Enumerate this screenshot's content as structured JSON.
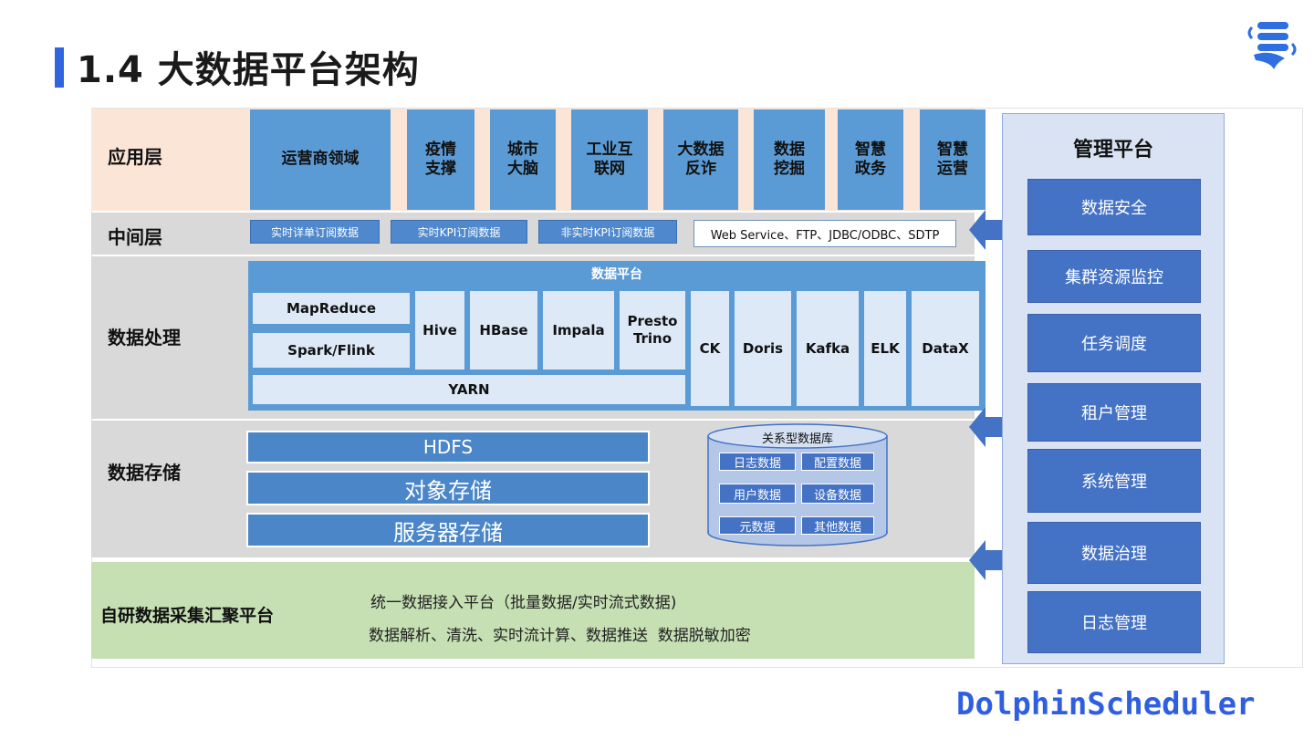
{
  "title": "1.4 大数据平台架构",
  "brand": "DolphinScheduler",
  "logo_icon": "dolphin-logo-icon",
  "colors": {
    "accent": "#2f66e0",
    "box_blue": "#5b9bd5",
    "mgmt_blue": "#4472c4",
    "app_bg": "#fbe5d6",
    "mid_bg": "#d9d9d9",
    "green_bg": "#c6e0b4",
    "mgmt_bg": "#dae3f3"
  },
  "layers": {
    "app": {
      "label": "应用层",
      "items": [
        {
          "line1": "运营商领域",
          "line2": ""
        },
        {
          "line1": "疫情",
          "line2": "支撑"
        },
        {
          "line1": "城市",
          "line2": "大脑"
        },
        {
          "line1": "工业互",
          "line2": "联网"
        },
        {
          "line1": "大数据",
          "line2": "反诈"
        },
        {
          "line1": "数据",
          "line2": "挖掘"
        },
        {
          "line1": "智慧",
          "line2": "政务"
        },
        {
          "line1": "智慧",
          "line2": "运营"
        }
      ]
    },
    "middle": {
      "label": "中间层",
      "items": [
        "实时详单订阅数据",
        "实时KPI订阅数据",
        "非实时KPI订阅数据"
      ],
      "protocols": "Web Service、FTP、JDBC/ODBC、SDTP"
    },
    "processing": {
      "label": "数据处理",
      "platform_title": "数据平台",
      "mapreduce": "MapReduce",
      "spark": "Spark/Flink",
      "yarn": "YARN",
      "hive": "Hive",
      "hbase": "HBase",
      "impala": "Impala",
      "presto_line1": "Presto",
      "presto_line2": "Trino",
      "ck": "CK",
      "doris": "Doris",
      "kafka": "Kafka",
      "elk": "ELK",
      "datax": "DataX"
    },
    "storage": {
      "label": "数据存储",
      "hdfs": "HDFS",
      "object": "对象存储",
      "server": "服务器存储",
      "db_title": "关系型数据库",
      "db_items": [
        "日志数据",
        "配置数据",
        "用户数据",
        "设备数据",
        "元数据",
        "其他数据"
      ]
    },
    "collect": {
      "label": "自研数据采集汇聚平台",
      "line1": "统一数据接入平台（批量数据/实时流式数据)",
      "line2": "数据解析、清洗、实时流计算、数据推送  数据脱敏加密"
    }
  },
  "management": {
    "title": "管理平台",
    "items": [
      "数据安全",
      "集群资源监控",
      "任务调度",
      "租户管理",
      "系统管理",
      "数据治理",
      "日志管理"
    ]
  }
}
